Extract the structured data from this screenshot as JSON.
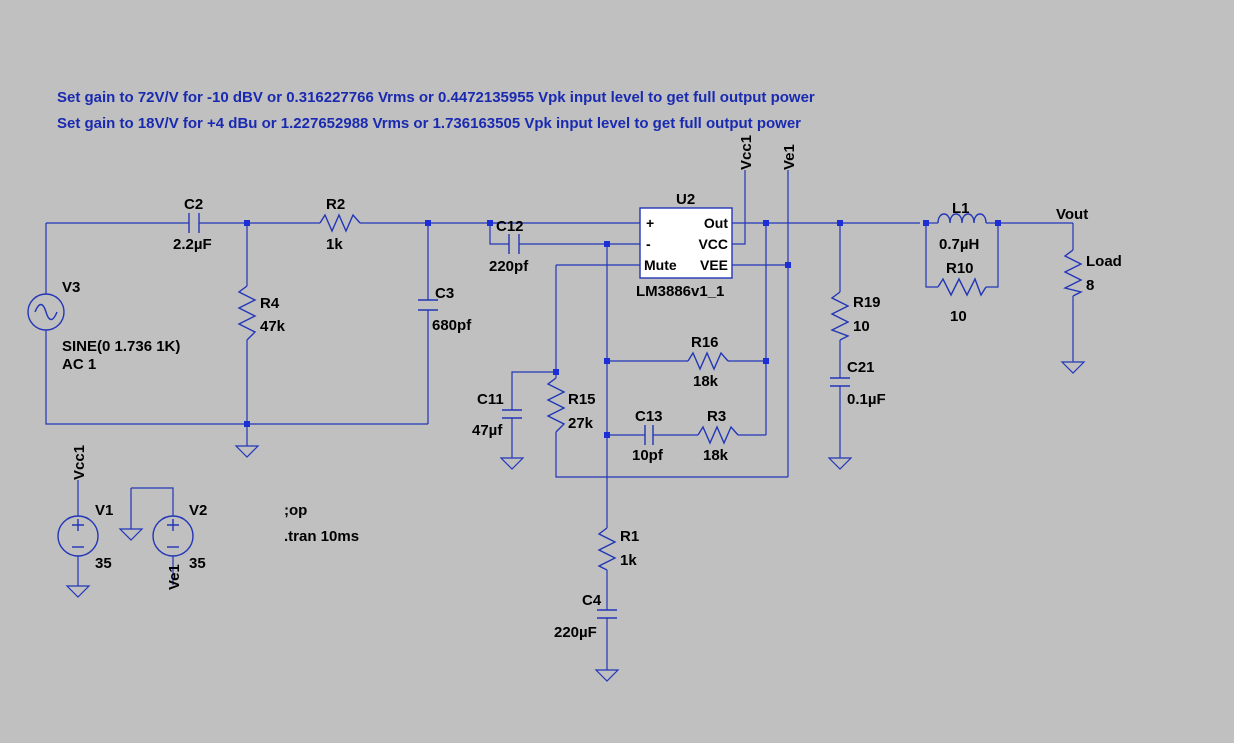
{
  "annotations": {
    "line1": "Set gain to 72V/V  for -10 dBV or 0.316227766 Vrms or 0.4472135955 Vpk input level to get full output power",
    "line2": "Set gain to 18V/V  for +4 dBu or 1.227652988 Vrms or 1.736163505 Vpk input level to get full output power"
  },
  "directives": {
    "op": ";op",
    "tran": ".tran 10ms"
  },
  "nets": {
    "vcc": "Vcc1",
    "vee": "Ve1",
    "vout": "Vout"
  },
  "opamp": {
    "name": "U2",
    "model": "LM3886v1_1",
    "pins": {
      "plus": "+",
      "minus": "-",
      "mute": "Mute",
      "out": "Out",
      "vcc": "VCC",
      "vee": "VEE"
    }
  },
  "components": {
    "C2": {
      "name": "C2",
      "value": "2.2µF"
    },
    "R2": {
      "name": "R2",
      "value": "1k"
    },
    "R4": {
      "name": "R4",
      "value": "47k"
    },
    "C3": {
      "name": "C3",
      "value": "680pf"
    },
    "C12": {
      "name": "C12",
      "value": "220pf"
    },
    "V3": {
      "name": "V3",
      "value1": "SINE(0 1.736 1K)",
      "value2": "AC 1"
    },
    "C11": {
      "name": "C11",
      "value": "47µf"
    },
    "R15": {
      "name": "R15",
      "value": "27k"
    },
    "R16": {
      "name": "R16",
      "value": "18k"
    },
    "C13": {
      "name": "C13",
      "value": "10pf"
    },
    "R3": {
      "name": "R3",
      "value": "18k"
    },
    "R1": {
      "name": "R1",
      "value": "1k"
    },
    "C4": {
      "name": "C4",
      "value": "220µF"
    },
    "R19": {
      "name": "R19",
      "value": "10"
    },
    "C21": {
      "name": "C21",
      "value": "0.1µF"
    },
    "L1": {
      "name": "L1",
      "value": "0.7µH"
    },
    "R10": {
      "name": "R10",
      "value": "10"
    },
    "Load": {
      "name": "Load",
      "value": "8"
    },
    "V1": {
      "name": "V1",
      "value": "35"
    },
    "V2": {
      "name": "V2",
      "value": "35"
    }
  },
  "colors": {
    "background": "#c0c0c0",
    "wire": "#2236b8",
    "annotation": "#1a2ab0",
    "node": "#1c2ed6"
  }
}
